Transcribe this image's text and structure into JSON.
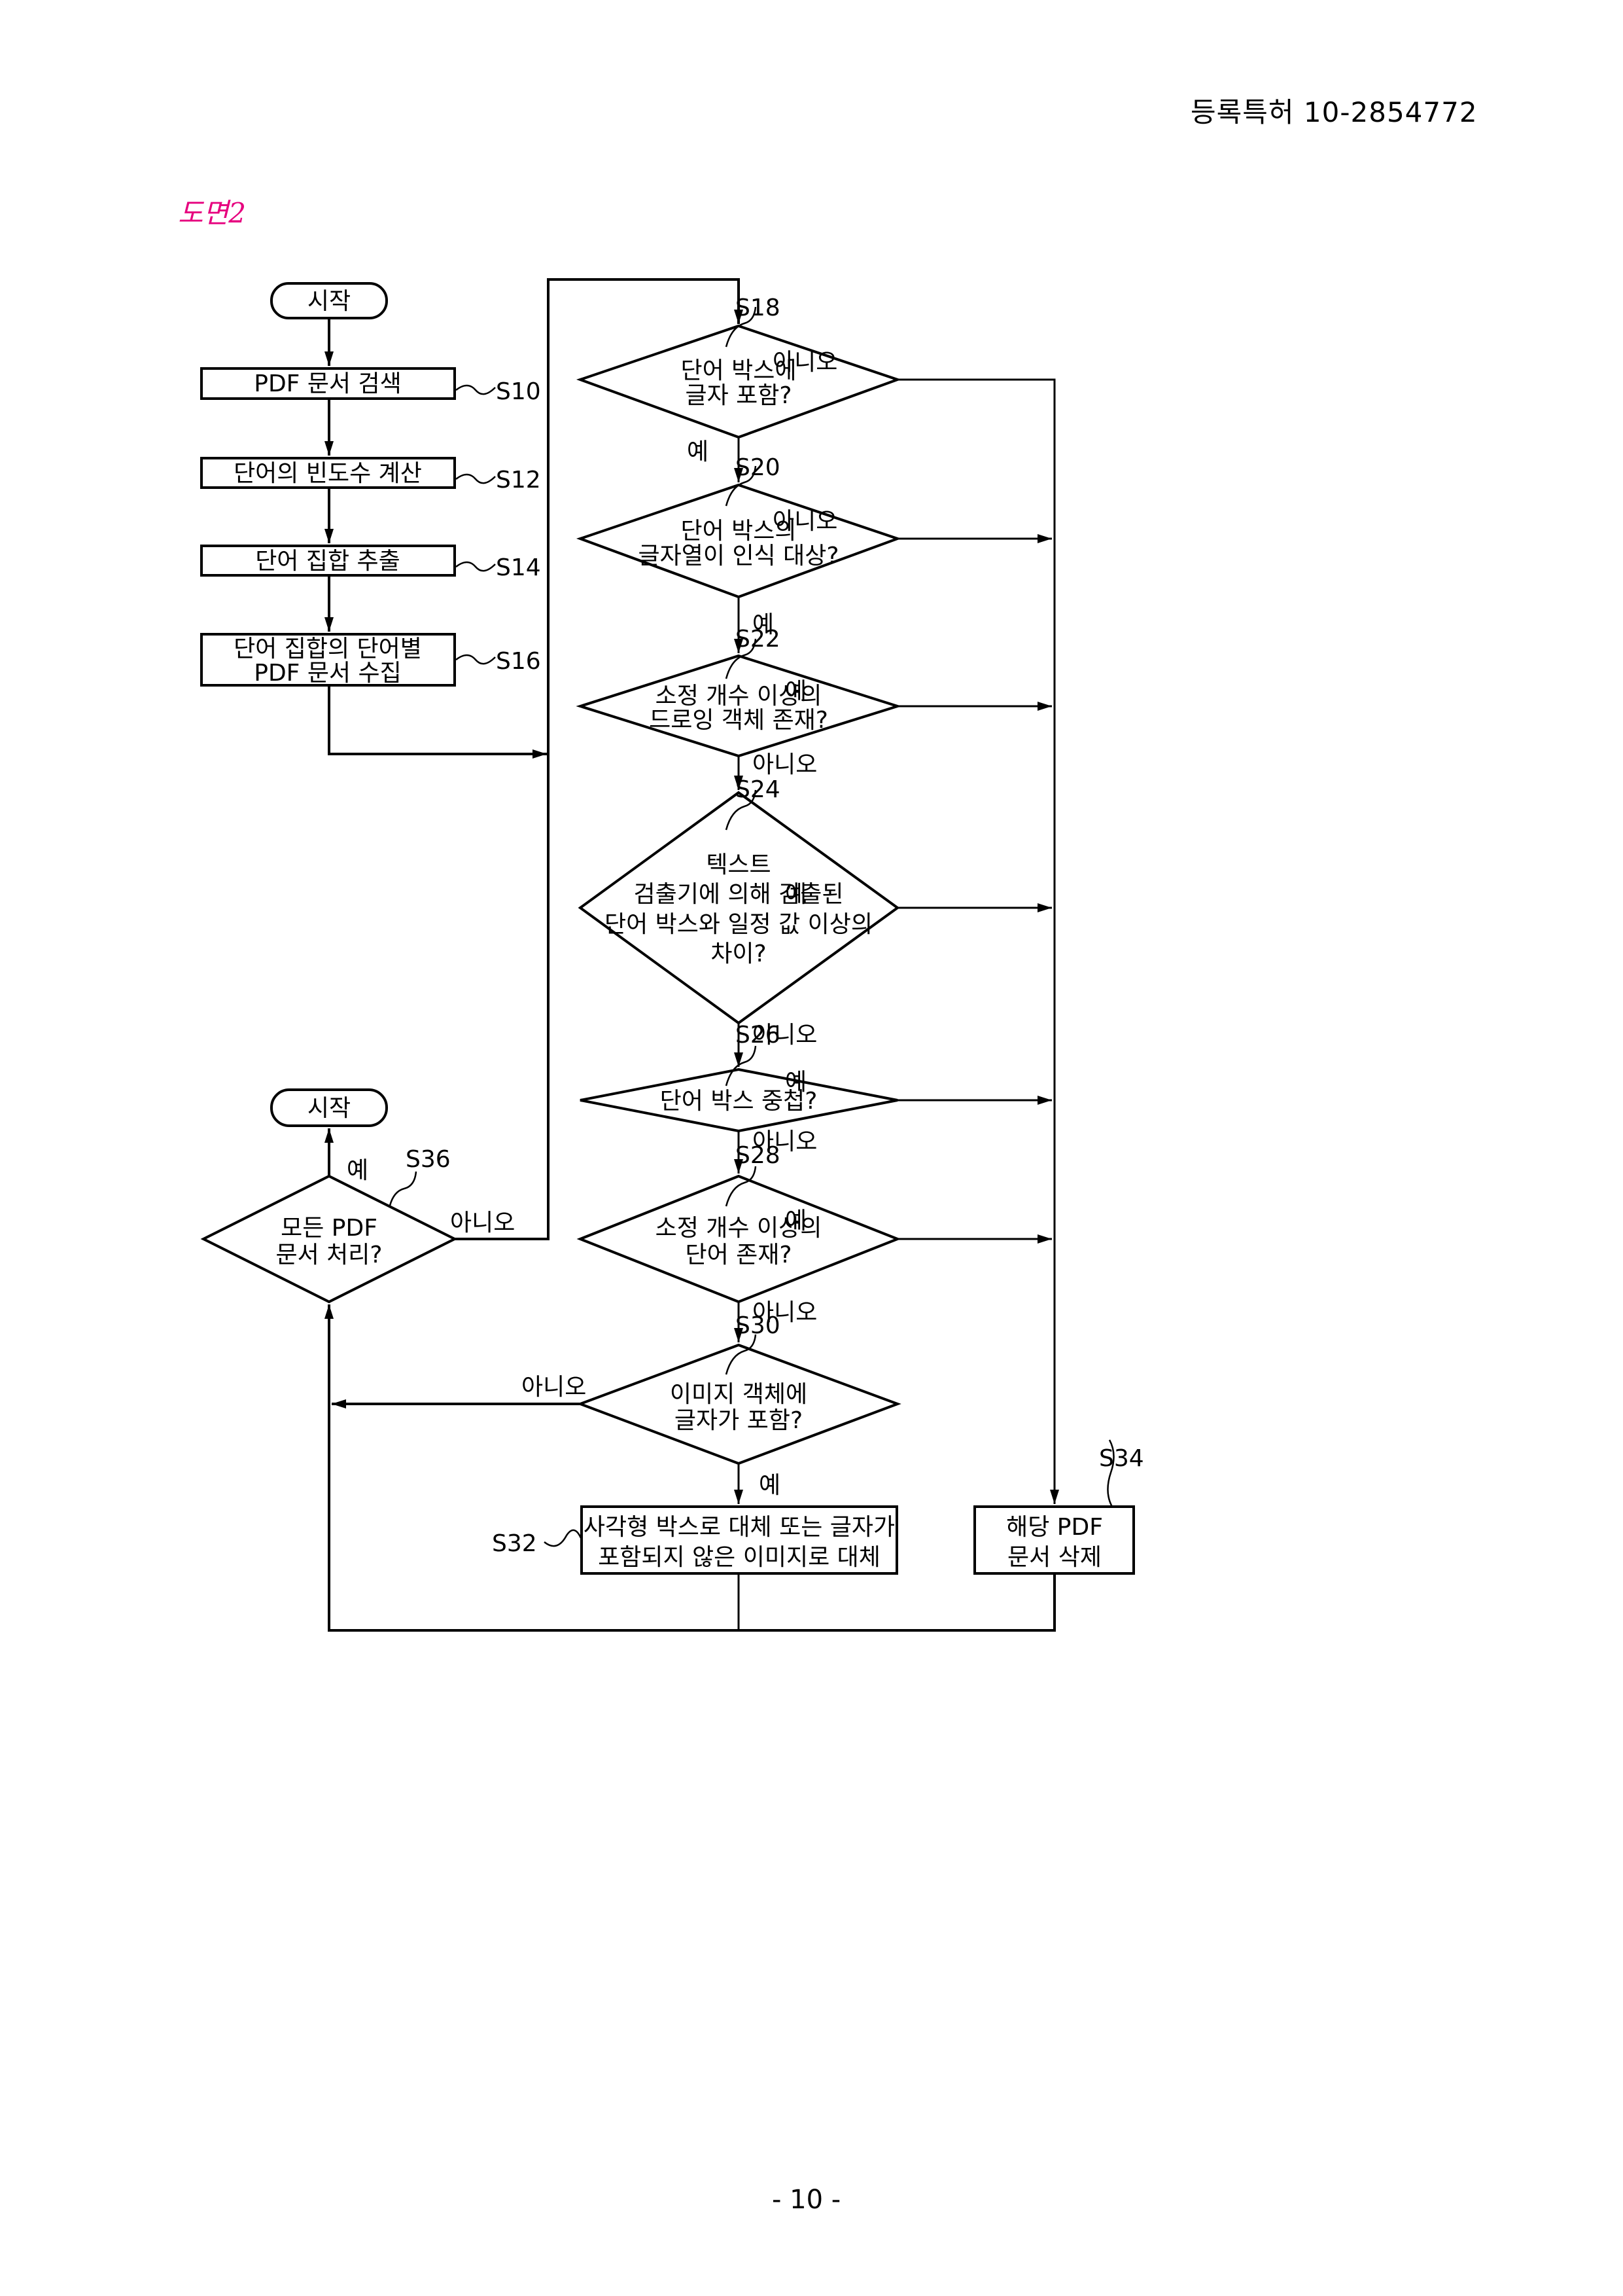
{
  "header": {
    "patent_number": "등록특허 10-2854772",
    "drawing_title": "도면2",
    "title_color": "#e6007e"
  },
  "footer": {
    "page_number": "- 10 -"
  },
  "flowchart": {
    "start_top": "시작",
    "start_bottom": "시작",
    "steps": {
      "s10": {
        "ref": "S10",
        "lines": [
          "PDF 문서 검색"
        ]
      },
      "s12": {
        "ref": "S12",
        "lines": [
          "단어의 빈도수 계산"
        ]
      },
      "s14": {
        "ref": "S14",
        "lines": [
          "단어 집합 추출"
        ]
      },
      "s16": {
        "ref": "S16",
        "lines": [
          "단어 집합의 단어별",
          "PDF 문서 수집"
        ]
      },
      "s18": {
        "ref": "S18",
        "lines": [
          "단어 박스에",
          "글자 포함?"
        ]
      },
      "s20": {
        "ref": "S20",
        "lines": [
          "단어 박스의",
          "글자열이 인식 대상?"
        ]
      },
      "s22": {
        "ref": "S22",
        "lines": [
          "소정 개수 이상의",
          "드로잉 객체 존재?"
        ]
      },
      "s24": {
        "ref": "S24",
        "lines": [
          "텍스트",
          "검출기에 의해 검출된",
          "단어 박스와 일정 값 이상의",
          "차이?"
        ]
      },
      "s26": {
        "ref": "S26",
        "lines": [
          "단어 박스 중첩?"
        ]
      },
      "s28": {
        "ref": "S28",
        "lines": [
          "소정 개수 이상의",
          "단어 존재?"
        ]
      },
      "s30": {
        "ref": "S30",
        "lines": [
          "이미지 객체에",
          "글자가 포함?"
        ]
      },
      "s32": {
        "ref": "S32",
        "lines": [
          "사각형 박스로 대체 또는 글자가",
          "포함되지 않은 이미지로 대체"
        ]
      },
      "s34": {
        "ref": "S34",
        "lines": [
          "해당 PDF",
          "문서 삭제"
        ]
      },
      "s36": {
        "ref": "S36",
        "lines": [
          "모든 PDF",
          "문서 처리?"
        ]
      }
    },
    "branch_labels": {
      "yes": "예",
      "no": "아니오"
    }
  }
}
